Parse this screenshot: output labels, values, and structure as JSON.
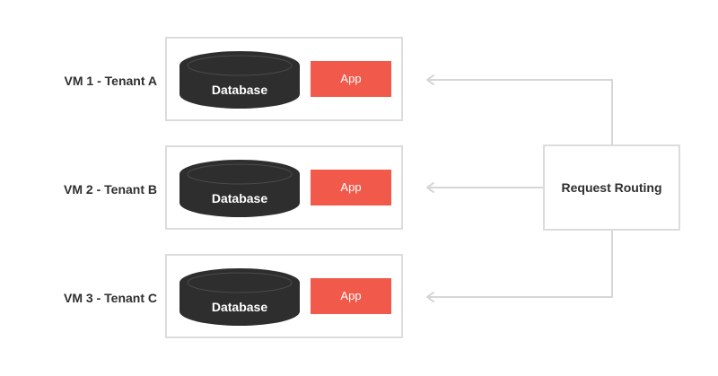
{
  "vms": [
    {
      "label": "VM 1 - Tenant A",
      "database_label": "Database",
      "app_label": "App"
    },
    {
      "label": "VM 2 - Tenant B",
      "database_label": "Database",
      "app_label": "App"
    },
    {
      "label": "VM 3 - Tenant C",
      "database_label": "Database",
      "app_label": "App"
    }
  ],
  "router": {
    "label": "Request Routing"
  },
  "colors": {
    "app": "#f15a4a",
    "database": "#2e2e2e",
    "border": "#dcdcdc",
    "connector": "#d6d6d6"
  }
}
